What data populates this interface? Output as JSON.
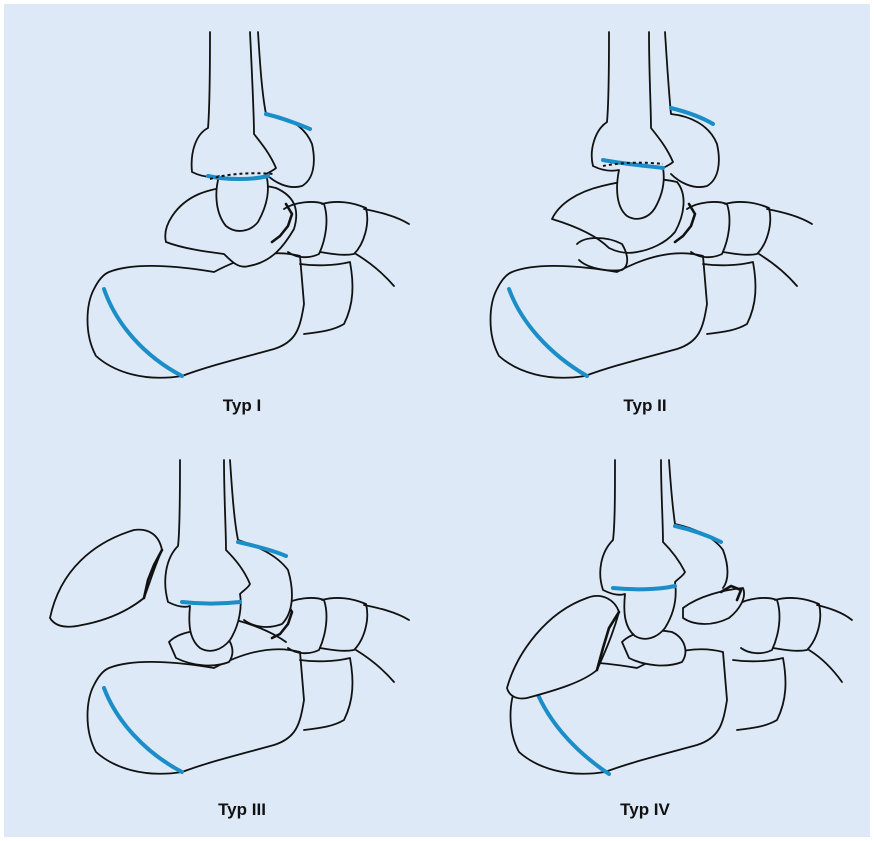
{
  "figure": {
    "background": "#dde9f7",
    "line_color": "#111111",
    "growth_plate_color": "#1b8ec8",
    "panels": [
      {
        "id": "typ-1",
        "label": "Typ I"
      },
      {
        "id": "typ-2",
        "label": "Typ II"
      },
      {
        "id": "typ-3",
        "label": "Typ III"
      },
      {
        "id": "typ-4",
        "label": "Typ IV"
      }
    ]
  }
}
